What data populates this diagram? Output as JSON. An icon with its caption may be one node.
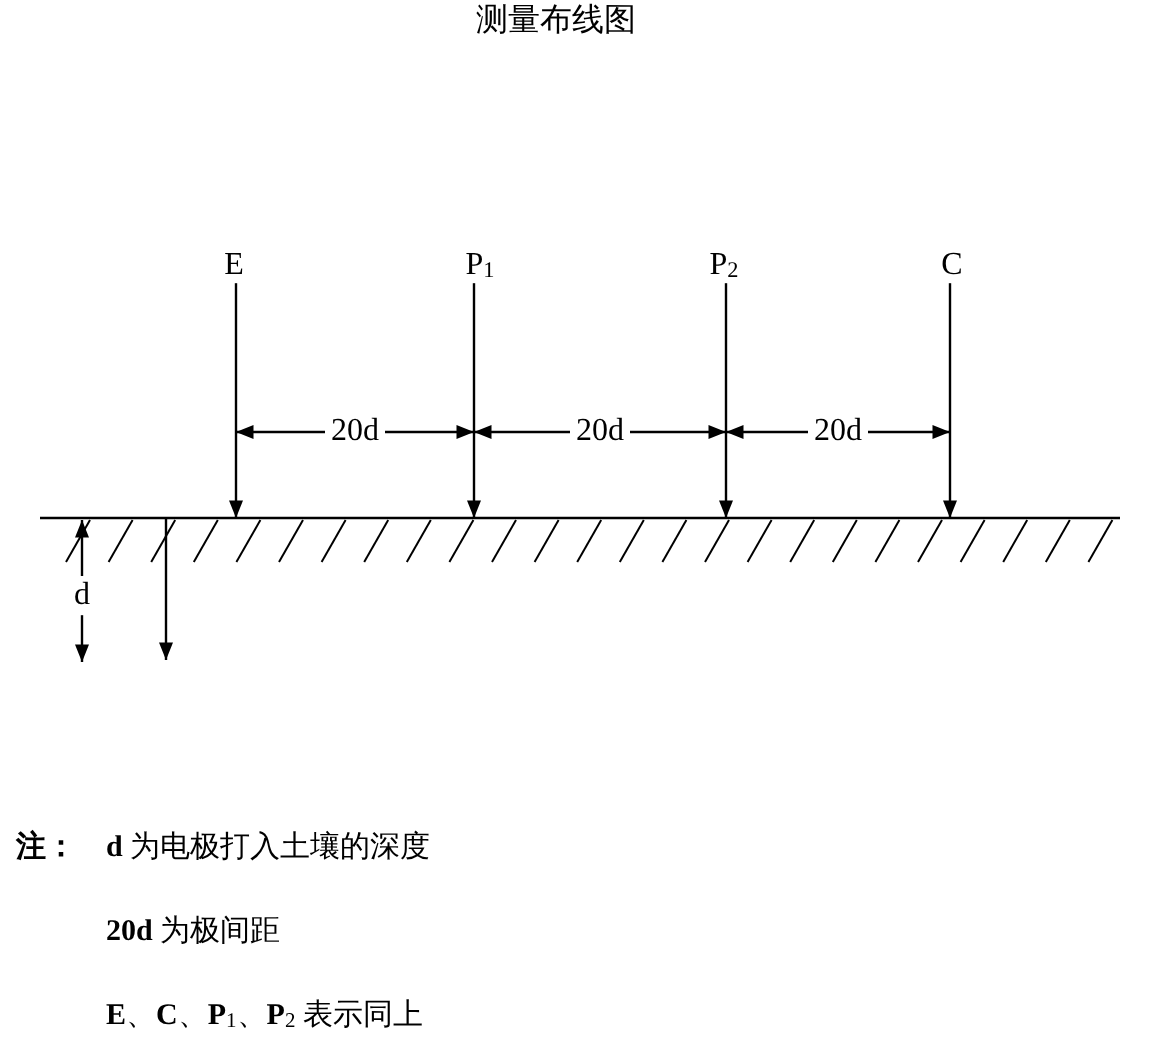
{
  "diagram": {
    "title": "测量布线图",
    "nodes": [
      {
        "text": [
          "E"
        ]
      },
      {
        "text": [
          "P$_{1}$"
        ]
      },
      {
        "text": [
          "P$_{2}$"
        ]
      },
      {
        "text": [
          "C"
        ]
      },
      {
        "text": [],
        "shape": "bar"
      }
    ],
    "edges": [
      {
        "from": 0,
        "to": 4,
        "arrow": "to"
      },
      {
        "from": 1,
        "to": 4,
        "arrow": "to"
      },
      {
        "from": 2,
        "to": 4,
        "arrow": "to"
      },
      {
        "from": 3,
        "to": 4,
        "arrow": "to"
      },
      {
        "from": 4,
        "to": null,
        "arrow": "to"
      }
    ],
    "labels": [
      "20d",
      "20d",
      "20d",
      "d",
      "注：",
      "**d** 为电极打入土壤的深度",
      "**20d** 为极间距",
      "**E**、**C**、**P**$_{1}$、**P**$_{2}$ 表示同上"
    ]
  }
}
